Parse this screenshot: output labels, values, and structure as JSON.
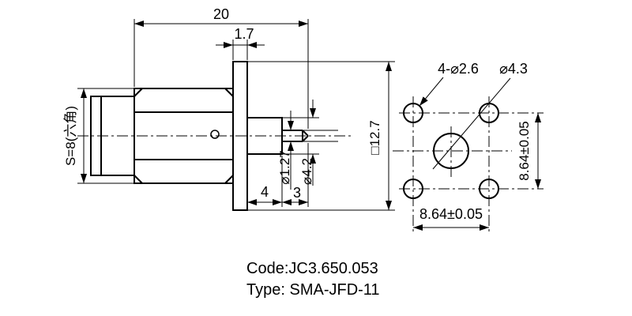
{
  "side_view": {
    "overall_length": "20",
    "flange_thickness": "1.7",
    "hex_across_flats": "S=8(六角)",
    "insulator_length": "4",
    "pin_length": "3",
    "pin_diameter": "⌀1.27",
    "insulator_diameter": "⌀4.2",
    "flange_size": "□12.7"
  },
  "hole_pattern": {
    "mounting_holes": "4-⌀2.6",
    "center_hole": "⌀4.3",
    "spacing_vertical": "8.64±0.05",
    "spacing_horizontal": "8.64±0.05"
  },
  "footer": {
    "code": "Code:JC3.650.053",
    "type": "Type: SMA-JFD-11"
  }
}
